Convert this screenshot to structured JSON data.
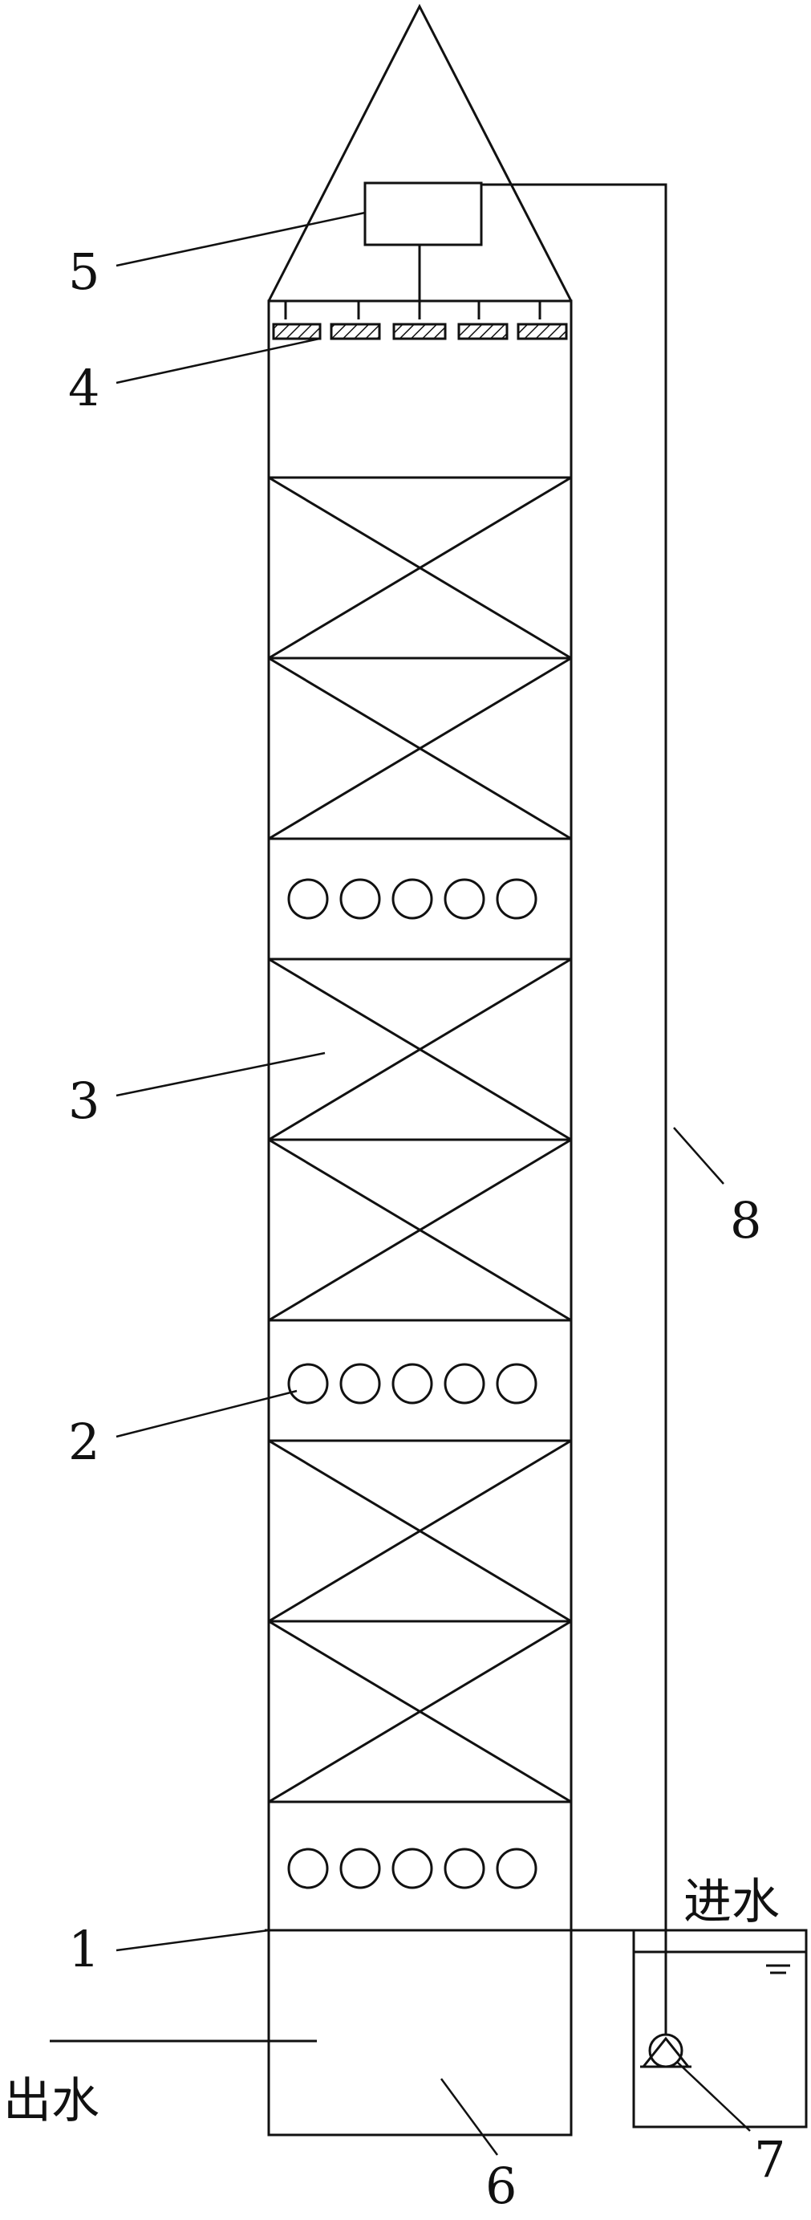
{
  "diagram": {
    "labels": {
      "l1": "1",
      "l2": "2",
      "l3": "3",
      "l4": "4",
      "l5": "5",
      "l6": "6",
      "l7": "7",
      "l8": "8"
    },
    "inlet_text": "进水",
    "outlet_text": "出水",
    "colors": {
      "stroke": "#111111",
      "background": "#ffffff"
    }
  }
}
